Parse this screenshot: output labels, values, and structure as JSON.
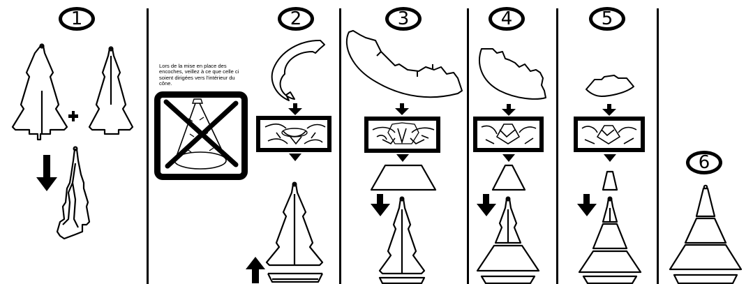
{
  "steps": [
    {
      "number": "1"
    },
    {
      "number": "2"
    },
    {
      "number": "3"
    },
    {
      "number": "4"
    },
    {
      "number": "5"
    },
    {
      "number": "6"
    }
  ],
  "note": {
    "text": "Lors de la mise en place des encoches, veillez à ce que celle ci soient dirigées vers l'intérieur du cône."
  },
  "warning": {
    "icon": "crossed-out-cone-icon",
    "color": "#000000"
  },
  "colors": {
    "ink": "#000000",
    "paper": "#ffffff"
  }
}
